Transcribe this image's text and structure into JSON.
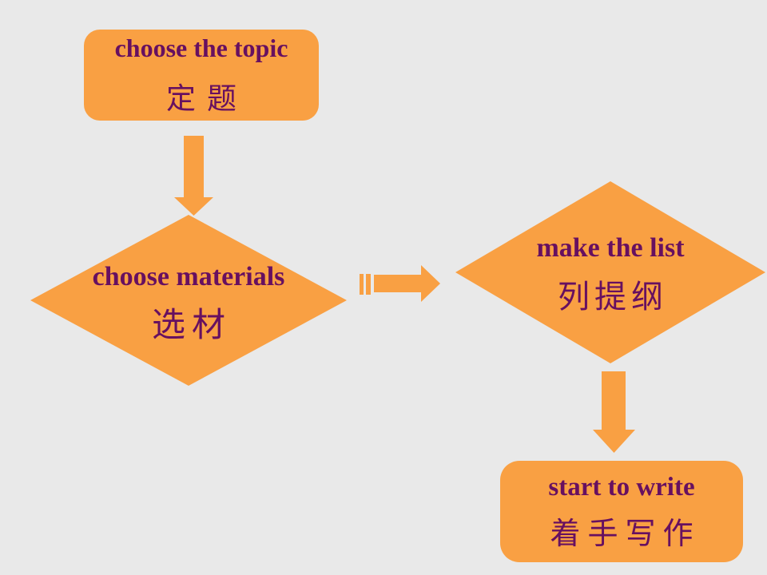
{
  "slide": {
    "background_color": "#E9E9E9",
    "shape_fill_color": "#F9A043",
    "text_color": "#671060"
  },
  "nodes": {
    "choose_topic": {
      "en": "choose the topic",
      "zh": "定题"
    },
    "choose_materials": {
      "en": "choose materials",
      "zh": "选材"
    },
    "make_list": {
      "en": "make the list",
      "zh": "列提纲"
    },
    "start_write": {
      "en": "start to write",
      "zh": "着手写作"
    }
  },
  "flow": {
    "steps_order": [
      "choose_topic",
      "choose_materials",
      "make_list",
      "start_write"
    ],
    "connectors": [
      {
        "from": "choose_topic",
        "to": "choose_materials",
        "direction": "down"
      },
      {
        "from": "choose_materials",
        "to": "make_list",
        "direction": "right",
        "style": "striped"
      },
      {
        "from": "make_list",
        "to": "start_write",
        "direction": "down"
      }
    ]
  }
}
